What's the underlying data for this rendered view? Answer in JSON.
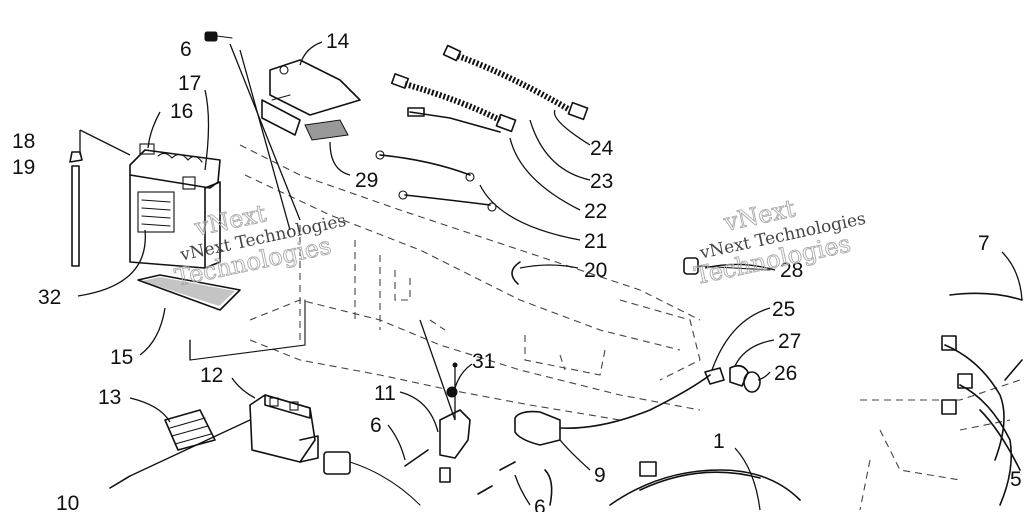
{
  "diagram": {
    "callouts": [
      "14",
      "6",
      "17",
      "16",
      "18",
      "19",
      "32",
      "15",
      "13",
      "12",
      "11",
      "31",
      "6",
      "10",
      "29",
      "24",
      "23",
      "22",
      "21",
      "20",
      "28",
      "25",
      "27",
      "26",
      "7",
      "9",
      "1",
      "5",
      "6"
    ],
    "watermark": {
      "line1": "vNext",
      "line2": "vNext Technologies",
      "line3": "Technologies"
    }
  }
}
